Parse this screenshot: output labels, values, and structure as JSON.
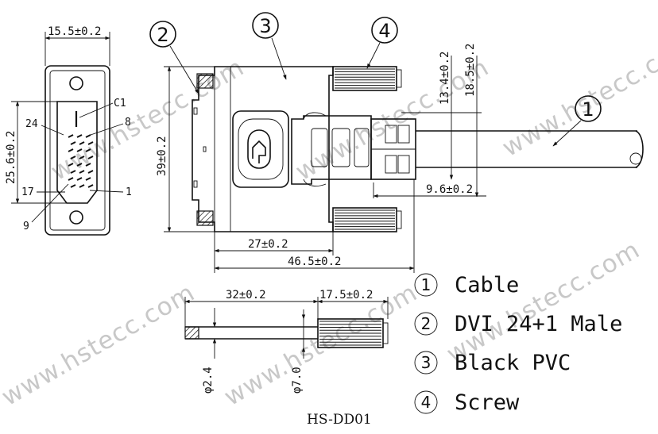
{
  "watermark": "www.hstecc.com",
  "front_view": {
    "dim_width": "15.5±0.2",
    "dim_height": "25.6±0.2",
    "pin_labels": {
      "c1": "C1",
      "p24": "24",
      "p8": "8",
      "p17": "17",
      "p1": "1",
      "p9": "9"
    }
  },
  "side_view": {
    "dim_height": "39±0.2",
    "dim_body_length": "27±0.2",
    "dim_total_length": "46.5±0.2",
    "dim_cable_gap": "9.6±0.2",
    "dim_screw_offset": "13.4±0.2",
    "dim_cable_offset": "18.5±0.2"
  },
  "screw_view": {
    "dim_shaft_length": "32±0.2",
    "dim_thread_length": "17.5±0.2",
    "dim_shaft_dia": "φ2.4",
    "dim_thread_dia": "φ7.0"
  },
  "balloons": [
    "2",
    "3",
    "4",
    "1"
  ],
  "legend": [
    {
      "num": "1",
      "label": "Cable"
    },
    {
      "num": "2",
      "label": "DVI 24+1 Male"
    },
    {
      "num": "3",
      "label": "Black PVC"
    },
    {
      "num": "4",
      "label": "Screw"
    }
  ],
  "part_number": "HS-DD01"
}
